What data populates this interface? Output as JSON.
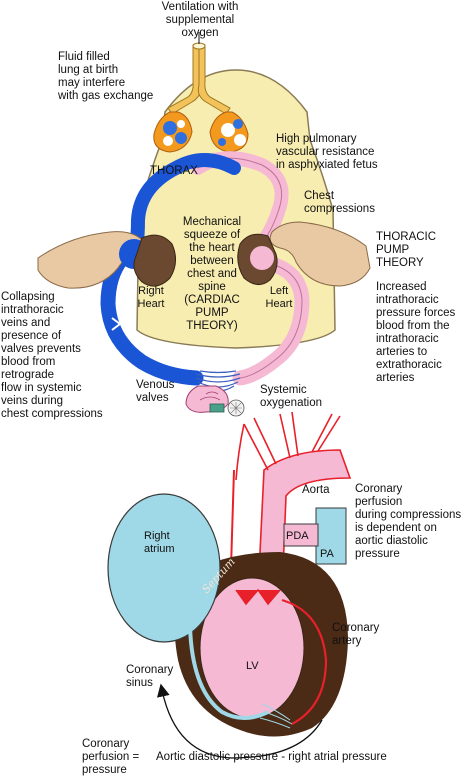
{
  "top": {
    "ventilation": "Ventilation with\nsupplemental\noxygen",
    "fluid_filled": "Fluid filled\nlung at birth\nmay interfere\nwith gas exchange",
    "pulmonary_resistance": "High pulmonary\nvascular resistance\nin asphyxiated fetus",
    "thorax": "THORAX",
    "chest_compressions": "Chest\ncompressions",
    "mechanical_squeeze": "Mechanical\nsqueeze of\nthe heart\nbetween\nchest and\nspine\n(CARDIAC\nPUMP\nTHEORY)",
    "right_heart": "Right\nHeart",
    "left_heart": "Left\nHeart",
    "thoracic_pump_title": "THORACIC\nPUMP\nTHEORY",
    "thoracic_pump_desc": "Increased\nintrathoracic\npressure forces\nblood from the\nintrathoracic\narteries to\nextrathoracic\narteries",
    "collapsing_veins": "Collapsing\nintrathoracic\nveins and\npresence of\nvalves prevents\nblood from\nretrograde\nflow in systemic\nveins during\nchest compressions",
    "venous_valves": "Venous\nvalves",
    "systemic_oxygenation": "Systemic\noxygenation"
  },
  "bottom": {
    "aorta": "Aorta",
    "coronary_perfusion_note": "Coronary\nperfusion\nduring compressions\nis dependent on\naortic diastolic pressure",
    "pda": "PDA",
    "pa": "PA",
    "right_atrium": "Right\natrium",
    "septum": "Septum",
    "lv": "LV",
    "coronary_artery": "Coronary\nartery",
    "coronary_sinus": "Coronary\nsinus"
  },
  "equation": {
    "lhs": "Coronary\nperfusion =\npressure",
    "rhs": "Aortic diastolic pressure - right atrial pressure"
  },
  "colors": {
    "thorax_fill": "#f7edb0",
    "vein_blue": "#1a55d6",
    "artery_pink": "#f5b9d4",
    "lung_orange": "#f39a1e",
    "trachea": "#f3c25b",
    "right_atrium_blue": "#9fd8e6",
    "myocardium": "#4b2a16",
    "coronary_red": "#e8202a"
  }
}
